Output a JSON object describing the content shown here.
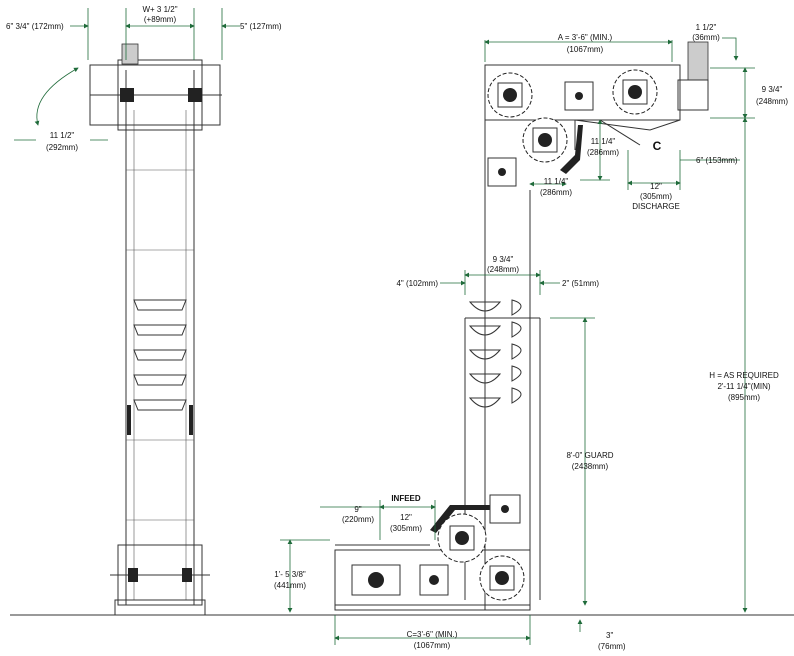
{
  "colors": {
    "dimension": "#1f6b3a",
    "line": "#333333",
    "fill": "#222222"
  },
  "labels": {
    "side_top_left": "6\" 3/4\" (172mm)",
    "side_width_top": "W+ 3 1/2\"",
    "side_width_mm": "(+89mm)",
    "side_top_right": "5\" (127mm)",
    "side_motor_swing": "11 1/2\"",
    "side_motor_swing_mm": "(292mm)",
    "a_dim": "A = 3'-6\" (MIN.)",
    "a_dim_mm": "(1067mm)",
    "top_right_1": "1 1/2\"",
    "top_right_1_mm": "(36mm)",
    "top_right_2": "9 3/4\"",
    "top_right_2_mm": "(248mm)",
    "head_11_1_4_v": "11 1/4\"",
    "head_11_1_4_v_mm": "(286mm)",
    "head_11_1_4_h": "11 1/4\"",
    "head_11_1_4_h_mm": "(286mm)",
    "discharge_12": "12\"",
    "discharge_12_mm": "(305mm)",
    "discharge": "DISCHARGE",
    "centerline": "C",
    "six_inch": "6\" (153mm)",
    "mid_9_3_4": "9 3/4\"",
    "mid_9_3_4_mm": "(248mm)",
    "four_inch": "4\" (102mm)",
    "two_inch": "2\" (51mm)",
    "h_required": "H = AS REQUIRED",
    "h_min": "2'-11 1/4\"(MIN)",
    "h_min_mm": "(895mm)",
    "guard": "8'-0\" GUARD",
    "guard_mm": "(2438mm)",
    "infeed": "INFEED",
    "infeed_12": "12\"",
    "infeed_12_mm": "(305mm)",
    "nine_inch": "9\"",
    "nine_inch_mm": "(220mm)",
    "base_height": "1'- 5 3/8\"",
    "base_height_mm": "(441mm)",
    "c_dim": "C=3'-6\" (MIN.)",
    "c_dim_mm": "(1067mm)",
    "three_inch": "3\"",
    "three_inch_mm": "(76mm)"
  }
}
